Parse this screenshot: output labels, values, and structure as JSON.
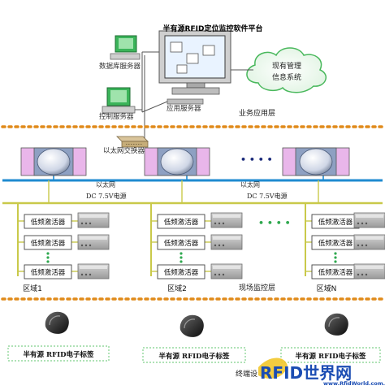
{
  "top": {
    "platform_title": "半有源RFID定位监控软件平台",
    "db_server": "数据库服务器",
    "control_server": "控制服务器",
    "app_server": "应用服务器",
    "cloud_text_1": "现有管理",
    "cloud_text_2": "信息系统",
    "business_layer": "业务应用层",
    "switch_label": "以太网交换器"
  },
  "network": {
    "ethernet_left": "以太网",
    "ethernet_right": "以太网",
    "dc_left": "DC 7.5V电源",
    "dc_right": "DC 7.5V电源",
    "ellipsis_readers": "• • • •",
    "ellipsis_activators": "• • • •"
  },
  "zones": {
    "activator_label": "低频激活器",
    "zone1": "区域1",
    "zone2": "区域2",
    "zoneN": "区域N",
    "field_layer": "现场监控层"
  },
  "tags": {
    "tag_label_1": "半有源 RFID电子标签",
    "tag_label_2": "半有源 RFID电子标签",
    "tag_label_3": "半有源 RFID电子标签",
    "terminal_layer": "终端设"
  },
  "logo": {
    "brand": "RFID世界网",
    "url": "www.RfidWorld.com.cn"
  },
  "colors": {
    "orange_dots": "#e08a1a",
    "network_blue": "#1f8bd0",
    "power_yellow": "#c9c94a",
    "reader_pink": "#e9b6ea",
    "server_green": "#2fa84f",
    "cloud_green": "#7fd08a"
  }
}
